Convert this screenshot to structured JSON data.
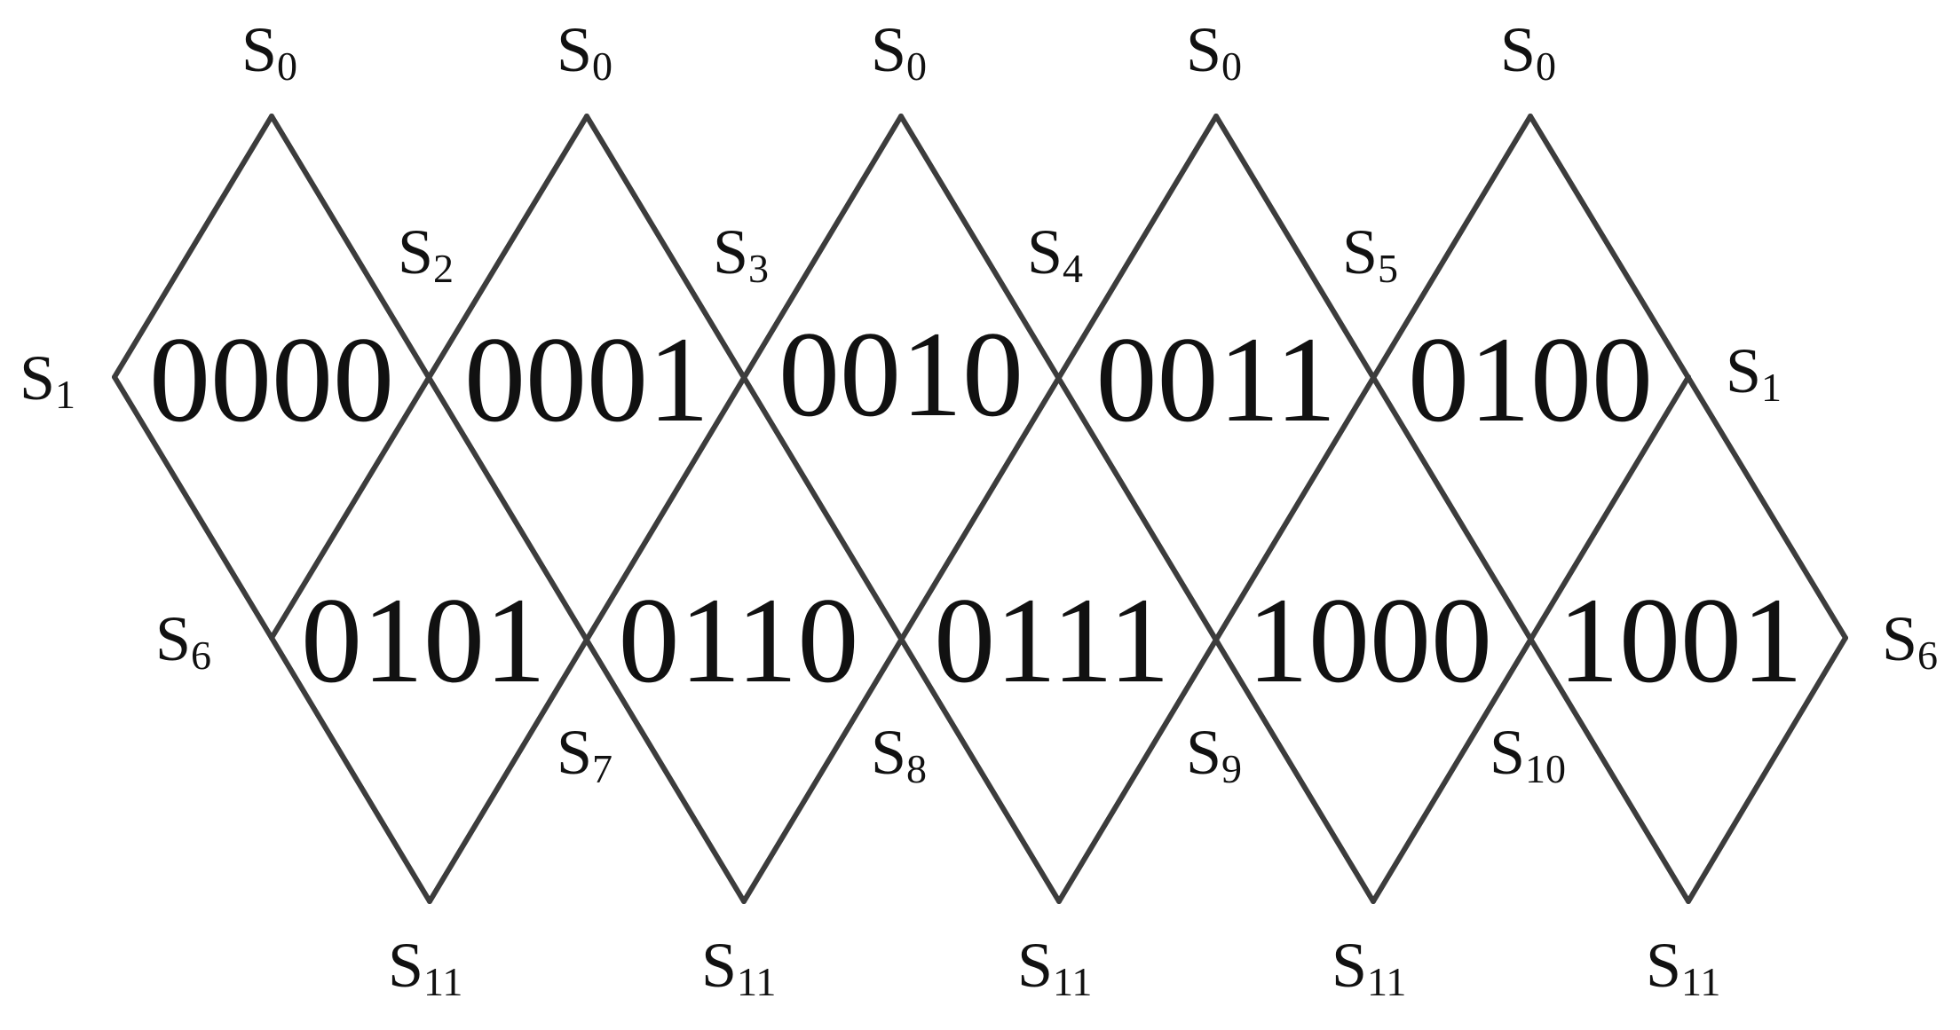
{
  "cells_top": [
    {
      "code": "0000"
    },
    {
      "code": "0001"
    },
    {
      "code": "0010"
    },
    {
      "code": "0011"
    },
    {
      "code": "0100"
    }
  ],
  "cells_bottom": [
    {
      "code": "0101"
    },
    {
      "code": "0110"
    },
    {
      "code": "0111"
    },
    {
      "code": "1000"
    },
    {
      "code": "1001"
    }
  ],
  "top_vertices": [
    {
      "letter": "S",
      "index": "0"
    },
    {
      "letter": "S",
      "index": "0"
    },
    {
      "letter": "S",
      "index": "0"
    },
    {
      "letter": "S",
      "index": "0"
    },
    {
      "letter": "S",
      "index": "0"
    }
  ],
  "upper_crossings": [
    {
      "letter": "S",
      "index": "2"
    },
    {
      "letter": "S",
      "index": "3"
    },
    {
      "letter": "S",
      "index": "4"
    },
    {
      "letter": "S",
      "index": "5"
    }
  ],
  "lower_crossings": [
    {
      "letter": "S",
      "index": "7"
    },
    {
      "letter": "S",
      "index": "8"
    },
    {
      "letter": "S",
      "index": "9"
    },
    {
      "letter": "S",
      "index": "10"
    }
  ],
  "bottom_vertices": [
    {
      "letter": "S",
      "index": "11"
    },
    {
      "letter": "S",
      "index": "11"
    },
    {
      "letter": "S",
      "index": "11"
    },
    {
      "letter": "S",
      "index": "11"
    },
    {
      "letter": "S",
      "index": "11"
    }
  ],
  "left_labels": {
    "upper": {
      "letter": "S",
      "index": "1"
    },
    "lower": {
      "letter": "S",
      "index": "6"
    }
  },
  "right_labels": {
    "upper": {
      "letter": "S",
      "index": "1"
    },
    "lower": {
      "letter": "S",
      "index": "6"
    }
  },
  "colors": {
    "edge": "#3c3c3c",
    "text": "#111111",
    "background": "#ffffff"
  }
}
